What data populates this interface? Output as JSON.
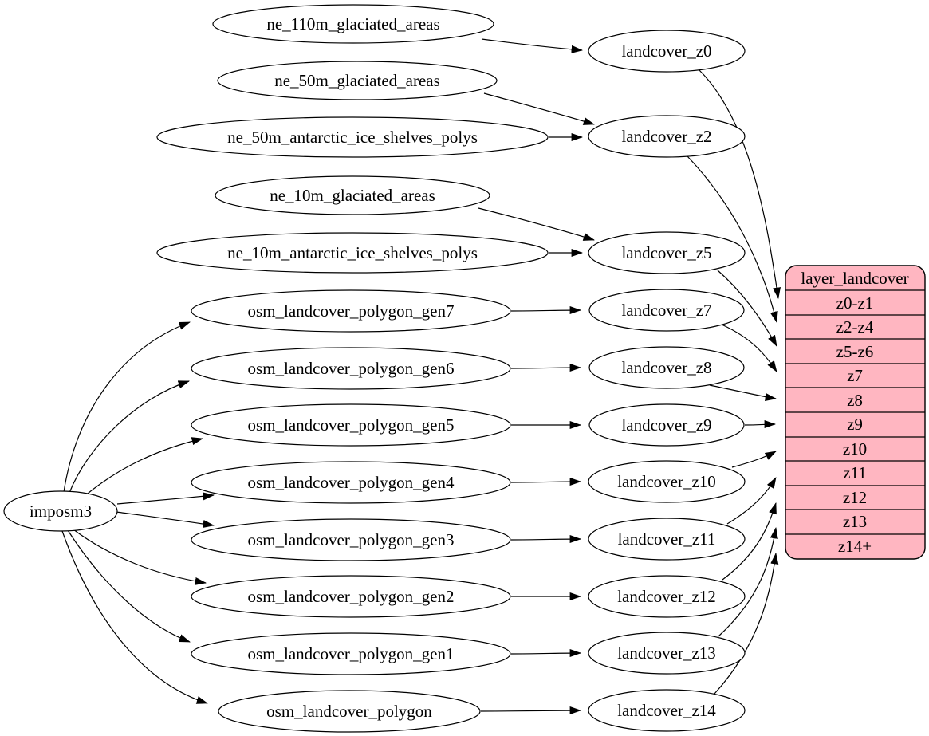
{
  "diagram": {
    "type": "dependency-graph",
    "background_color": "#ffffff",
    "node_fill_color": "#ffffff",
    "node_stroke_color": "#000000",
    "edge_color": "#000000",
    "table_fill_color": "#ffb6c1"
  },
  "nodes": {
    "imposm3": {
      "label": "imposm3"
    },
    "ne110m_glaciated": {
      "label": "ne_110m_glaciated_areas"
    },
    "ne50m_glaciated": {
      "label": "ne_50m_glaciated_areas"
    },
    "ne50m_antarctic": {
      "label": "ne_50m_antarctic_ice_shelves_polys"
    },
    "ne10m_glaciated": {
      "label": "ne_10m_glaciated_areas"
    },
    "ne10m_antarctic": {
      "label": "ne_10m_antarctic_ice_shelves_polys"
    },
    "gen7": {
      "label": "osm_landcover_polygon_gen7"
    },
    "gen6": {
      "label": "osm_landcover_polygon_gen6"
    },
    "gen5": {
      "label": "osm_landcover_polygon_gen5"
    },
    "gen4": {
      "label": "osm_landcover_polygon_gen4"
    },
    "gen3": {
      "label": "osm_landcover_polygon_gen3"
    },
    "gen2": {
      "label": "osm_landcover_polygon_gen2"
    },
    "gen1": {
      "label": "osm_landcover_polygon_gen1"
    },
    "osm_poly": {
      "label": "osm_landcover_polygon"
    },
    "z0": {
      "label": "landcover_z0"
    },
    "z2": {
      "label": "landcover_z2"
    },
    "z5": {
      "label": "landcover_z5"
    },
    "z7": {
      "label": "landcover_z7"
    },
    "z8": {
      "label": "landcover_z8"
    },
    "z9": {
      "label": "landcover_z9"
    },
    "z10": {
      "label": "landcover_z10"
    },
    "z11": {
      "label": "landcover_z11"
    },
    "z12": {
      "label": "landcover_z12"
    },
    "z13": {
      "label": "landcover_z13"
    },
    "z14": {
      "label": "landcover_z14"
    }
  },
  "table": {
    "title": "layer_landcover",
    "rows": [
      "z0-z1",
      "z2-z4",
      "z5-z6",
      "z7",
      "z8",
      "z9",
      "z10",
      "z11",
      "z12",
      "z13",
      "z14+"
    ]
  },
  "edges": [
    {
      "from": "imposm3",
      "to": "osm_landcover_polygon_gen7"
    },
    {
      "from": "imposm3",
      "to": "osm_landcover_polygon_gen6"
    },
    {
      "from": "imposm3",
      "to": "osm_landcover_polygon_gen5"
    },
    {
      "from": "imposm3",
      "to": "osm_landcover_polygon_gen4"
    },
    {
      "from": "imposm3",
      "to": "osm_landcover_polygon_gen3"
    },
    {
      "from": "imposm3",
      "to": "osm_landcover_polygon_gen2"
    },
    {
      "from": "imposm3",
      "to": "osm_landcover_polygon_gen1"
    },
    {
      "from": "imposm3",
      "to": "osm_landcover_polygon"
    },
    {
      "from": "ne_110m_glaciated_areas",
      "to": "landcover_z0"
    },
    {
      "from": "ne_50m_glaciated_areas",
      "to": "landcover_z2"
    },
    {
      "from": "ne_50m_antarctic_ice_shelves_polys",
      "to": "landcover_z2"
    },
    {
      "from": "ne_10m_glaciated_areas",
      "to": "landcover_z5"
    },
    {
      "from": "ne_10m_antarctic_ice_shelves_polys",
      "to": "landcover_z5"
    },
    {
      "from": "osm_landcover_polygon_gen7",
      "to": "landcover_z7"
    },
    {
      "from": "osm_landcover_polygon_gen6",
      "to": "landcover_z8"
    },
    {
      "from": "osm_landcover_polygon_gen5",
      "to": "landcover_z9"
    },
    {
      "from": "osm_landcover_polygon_gen4",
      "to": "landcover_z10"
    },
    {
      "from": "osm_landcover_polygon_gen3",
      "to": "landcover_z11"
    },
    {
      "from": "osm_landcover_polygon_gen2",
      "to": "landcover_z12"
    },
    {
      "from": "osm_landcover_polygon_gen1",
      "to": "landcover_z13"
    },
    {
      "from": "osm_landcover_polygon",
      "to": "landcover_z14"
    },
    {
      "from": "landcover_z0",
      "to": "layer_landcover:z0-z1"
    },
    {
      "from": "landcover_z2",
      "to": "layer_landcover:z2-z4"
    },
    {
      "from": "landcover_z5",
      "to": "layer_landcover:z5-z6"
    },
    {
      "from": "landcover_z7",
      "to": "layer_landcover:z7"
    },
    {
      "from": "landcover_z8",
      "to": "layer_landcover:z8"
    },
    {
      "from": "landcover_z9",
      "to": "layer_landcover:z9"
    },
    {
      "from": "landcover_z10",
      "to": "layer_landcover:z10"
    },
    {
      "from": "landcover_z11",
      "to": "layer_landcover:z11"
    },
    {
      "from": "landcover_z12",
      "to": "layer_landcover:z12"
    },
    {
      "from": "landcover_z13",
      "to": "layer_landcover:z13"
    },
    {
      "from": "landcover_z14",
      "to": "layer_landcover:z14+"
    }
  ]
}
